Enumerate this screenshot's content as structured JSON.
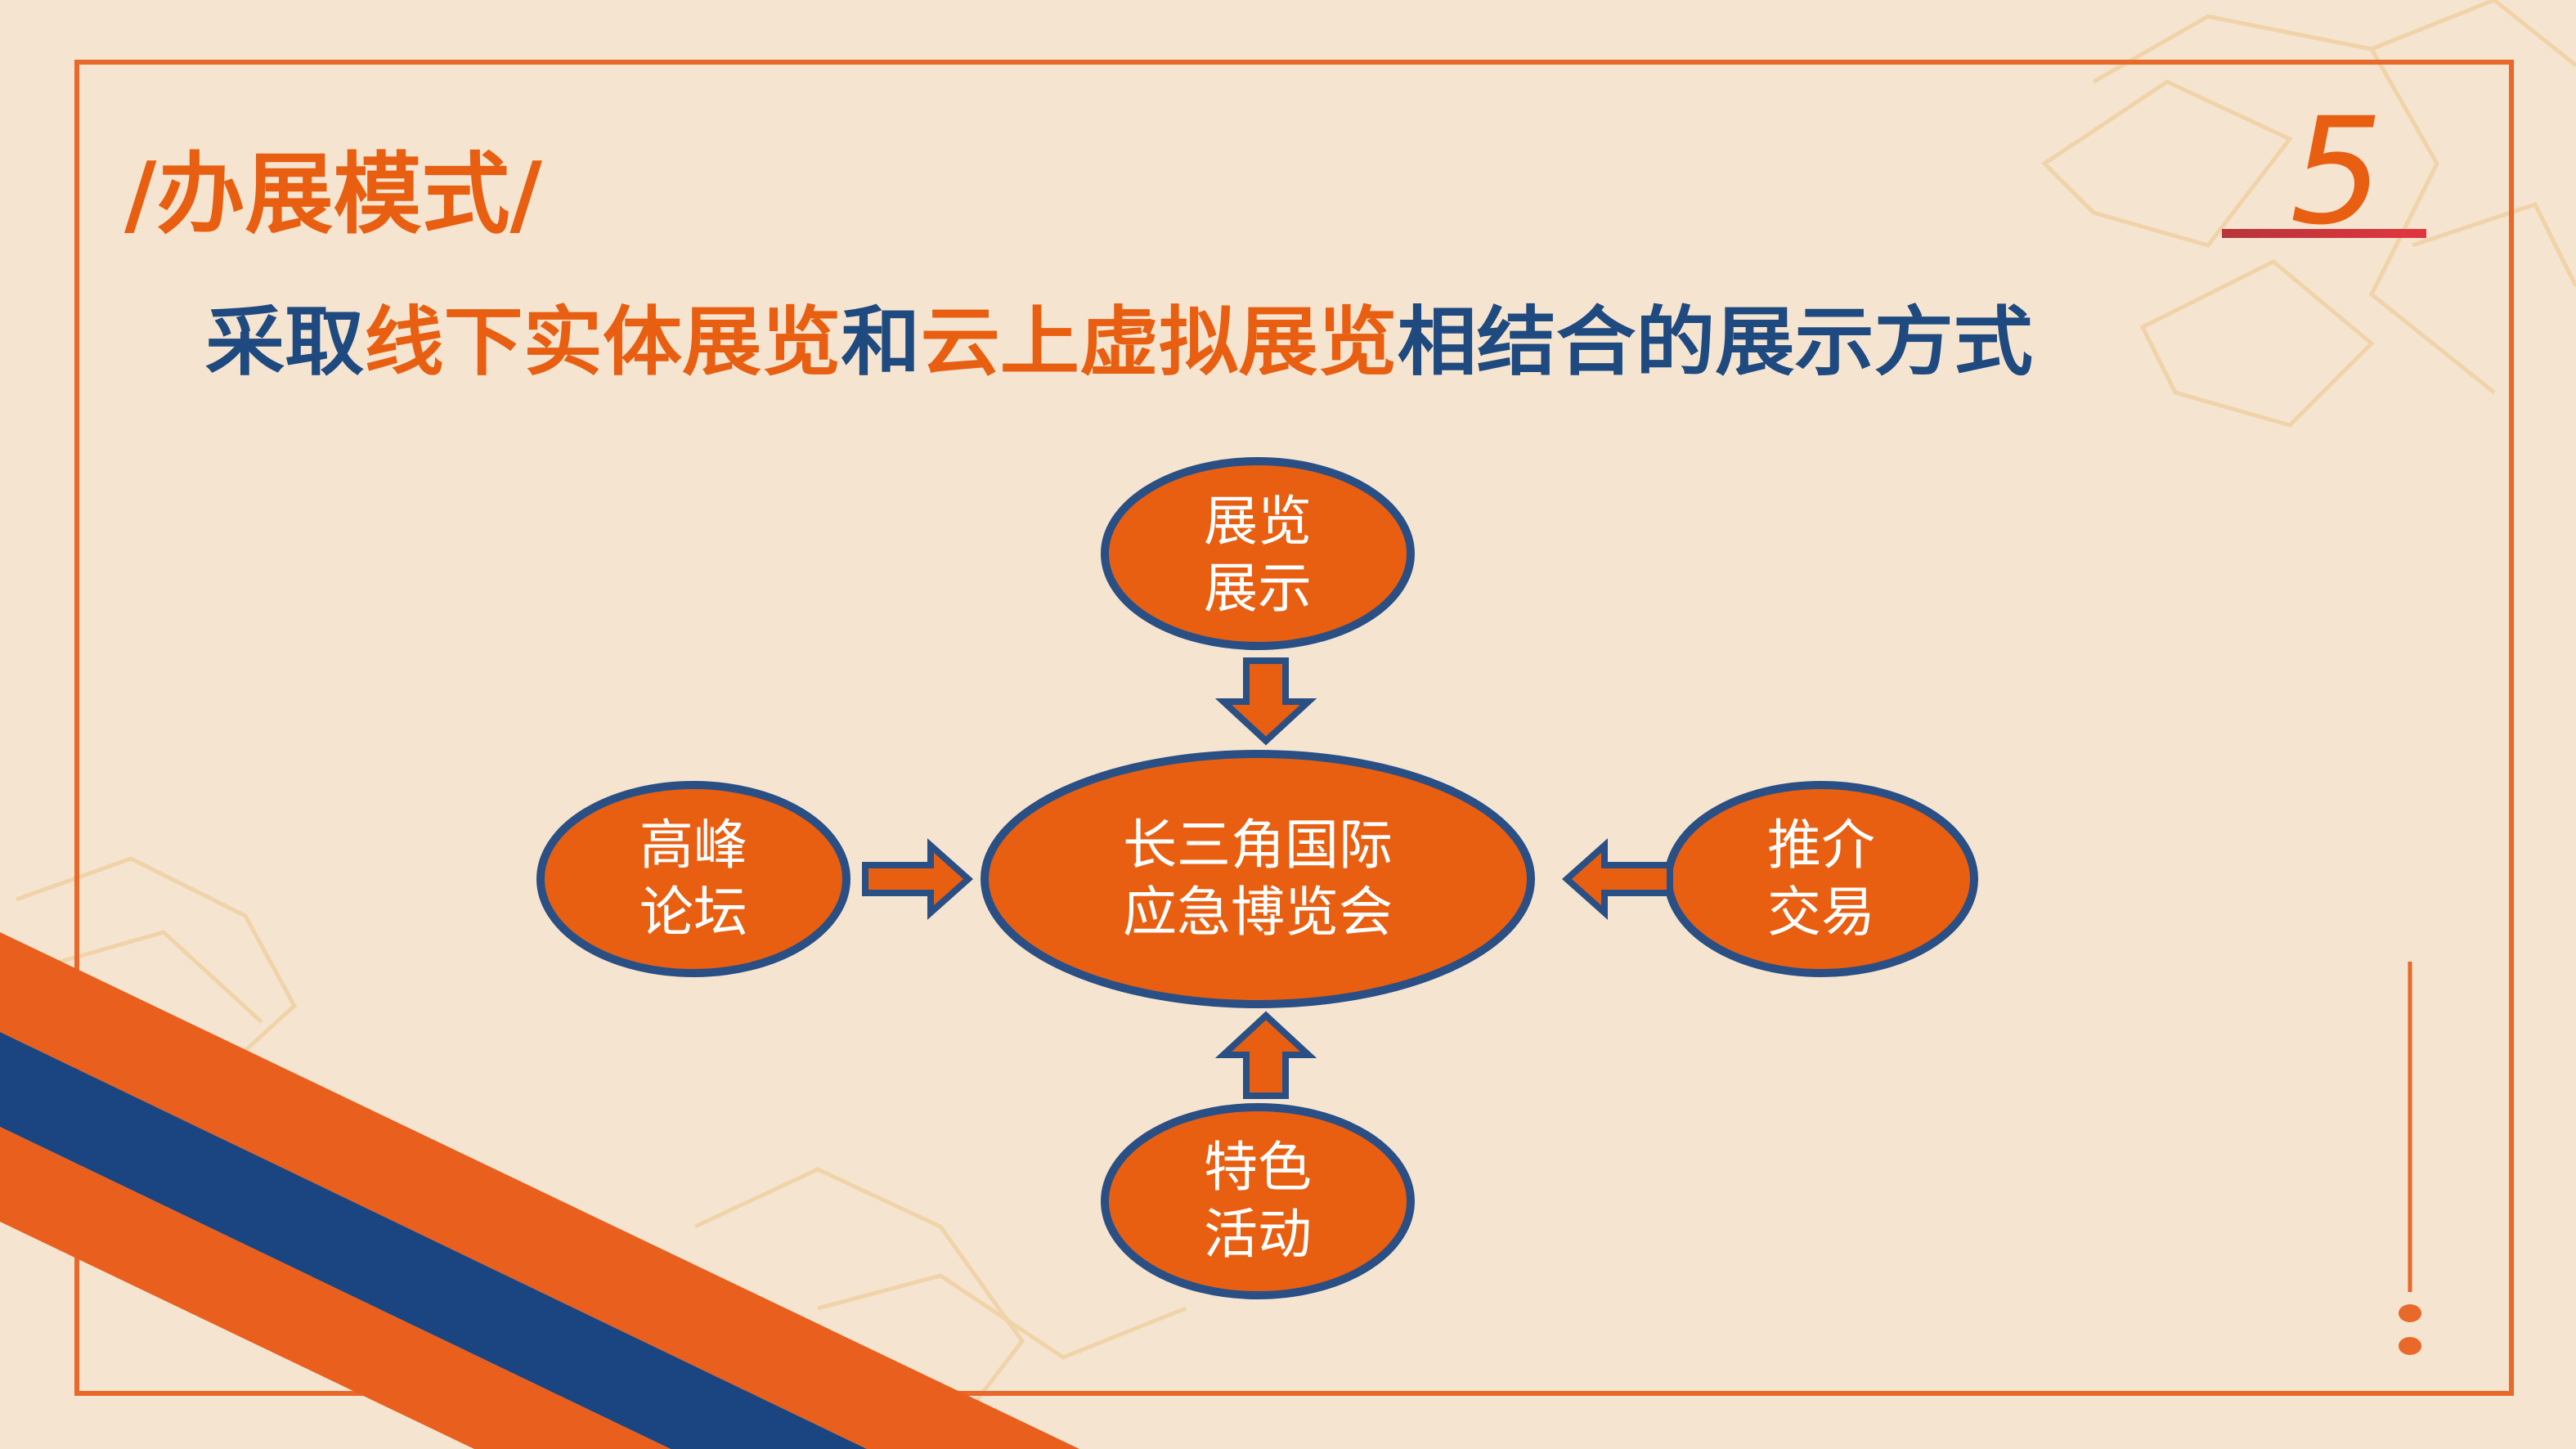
{
  "slide": {
    "title": "/办展模式/",
    "page_number": "5",
    "subtitle_parts": [
      {
        "text": "采取",
        "color": "blue"
      },
      {
        "text": "线下实体展览",
        "color": "orange"
      },
      {
        "text": "和",
        "color": "blue"
      },
      {
        "text": "云上虚拟展览",
        "color": "orange"
      },
      {
        "text": "相结合的展示方式",
        "color": "blue"
      }
    ],
    "diagram": {
      "center": [
        "长三角国际",
        "应急博览会"
      ],
      "top": [
        "展览",
        "展示"
      ],
      "left": [
        "高峰",
        "论坛"
      ],
      "right": [
        "推介",
        "交易"
      ],
      "bottom": [
        "特色",
        "活动"
      ]
    }
  },
  "colors": {
    "orange": "#e85f12",
    "blue": "#1f4a80",
    "background": "#f5e4d0"
  }
}
